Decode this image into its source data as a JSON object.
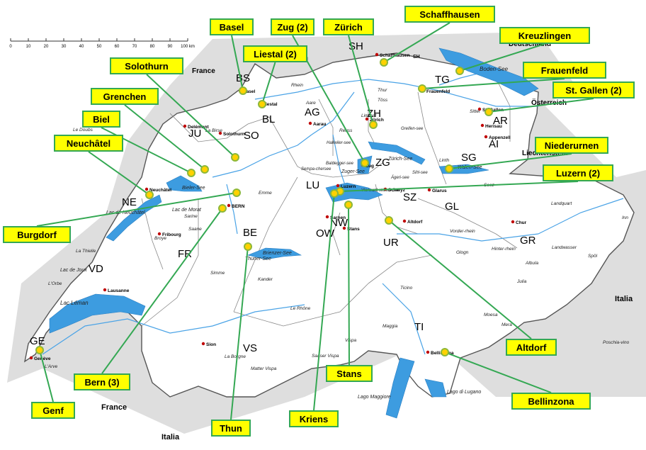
{
  "scale_bar": {
    "ticks": [
      "0",
      "10",
      "20",
      "30",
      "40",
      "50",
      "60",
      "70",
      "80",
      "90",
      "100 km"
    ]
  },
  "countries": [
    "Deutschland",
    "Deutschland",
    "France",
    "France",
    "Österreich",
    "Österreich",
    "Liechtenstein",
    "Italia",
    "Italia"
  ],
  "cantons": [
    "SH",
    "BS",
    "BL",
    "AG",
    "ZH",
    "TG",
    "JU",
    "SO",
    "AR",
    "AI",
    "SG",
    "LU",
    "ZG",
    "SZ",
    "GL",
    "NE",
    "NW",
    "OW",
    "UR",
    "BE",
    "FR",
    "GR",
    "VD",
    "TI",
    "VS",
    "GE",
    "SH"
  ],
  "lakes": [
    "Lac Léman",
    "Lac de Neuchâtel",
    "Bieler-See",
    "Lac de Morat",
    "Thuner-See",
    "Brienzer-See",
    "Vierwald-stätter-See",
    "Zuger-See",
    "Zürich-See",
    "Walen-See",
    "Boden-See",
    "Lago Maggiore",
    "Lago di Lugano",
    "Sempa-chersee",
    "Baldegger-see",
    "Hallwiler-see",
    "Greifen-see",
    "Lac de Joux",
    "Ägeri-see",
    "Sihl-see"
  ],
  "rivers": [
    "Rhein",
    "Aare",
    "Reuss",
    "Limmat",
    "Thur",
    "Töss",
    "Emme",
    "Sarine",
    "Saane",
    "Le Rhône",
    "L'Arve",
    "Ticino",
    "Moesa",
    "Maggia",
    "Inn",
    "Linth",
    "La Birse",
    "Le Doubs",
    "Broye",
    "Albula",
    "Landquart",
    "Vorder-rhein",
    "Hinter-rhein",
    "Julia",
    "Kander",
    "Simme",
    "Vispa",
    "La Borgne",
    "Matter Vispa",
    "Saaser Vispa",
    "Glogn",
    "Landwasser",
    "Seez",
    "Sitter",
    "L'Orbe",
    "La Thielle",
    "Poschia-vino",
    "Spöl",
    "Mera"
  ],
  "cities": [
    "Basel",
    "Liestal",
    "Schaffhausen",
    "Frauenfeld",
    "Zürich",
    "Aarau",
    "Delémont",
    "Solothurn",
    "St. Gallen",
    "Herisau",
    "Appenzell",
    "Zug",
    "Luzern",
    "Schwyz",
    "Glarus",
    "Sarnen",
    "Stans",
    "Altdorf",
    "Chur",
    "Neuchâtel",
    "BERN",
    "Fribourg",
    "Lausanne",
    "Sion",
    "Bellinzona",
    "Genève"
  ],
  "callouts": [
    {
      "id": "schaffhausen",
      "label": "Schaffhausen"
    },
    {
      "id": "basel",
      "label": "Basel"
    },
    {
      "id": "zug",
      "label": "Zug (2)"
    },
    {
      "id": "zuerich",
      "label": "Zürich"
    },
    {
      "id": "kreuzlingen",
      "label": "Kreuzlingen"
    },
    {
      "id": "liestal",
      "label": "Liestal (2)"
    },
    {
      "id": "solothurn",
      "label": "Solothurn"
    },
    {
      "id": "frauenfeld",
      "label": "Frauenfeld"
    },
    {
      "id": "grenchen",
      "label": "Grenchen"
    },
    {
      "id": "st-gallen",
      "label": "St. Gallen (2)"
    },
    {
      "id": "biel",
      "label": "Biel"
    },
    {
      "id": "neuchatel",
      "label": "Neuchâtel"
    },
    {
      "id": "niederurnen",
      "label": "Niederurnen"
    },
    {
      "id": "luzern",
      "label": "Luzern (2)"
    },
    {
      "id": "burgdorf",
      "label": "Burgdorf"
    },
    {
      "id": "altdorf",
      "label": "Altdorf"
    },
    {
      "id": "stans",
      "label": "Stans"
    },
    {
      "id": "bern",
      "label": "Bern (3)"
    },
    {
      "id": "bellinzona",
      "label": "Bellinzona"
    },
    {
      "id": "genf",
      "label": "Genf"
    },
    {
      "id": "kriens",
      "label": "Kriens"
    },
    {
      "id": "thun",
      "label": "Thun"
    }
  ],
  "colors": {
    "callout_fill": "#ffff00",
    "callout_border": "#34a853",
    "leader_line": "#34a853",
    "marker_fill": "#ffd200",
    "lake": "#3d9ce0",
    "city_dot": "#c00000",
    "land": "#ffffff",
    "foreign_land": "#dedede"
  }
}
